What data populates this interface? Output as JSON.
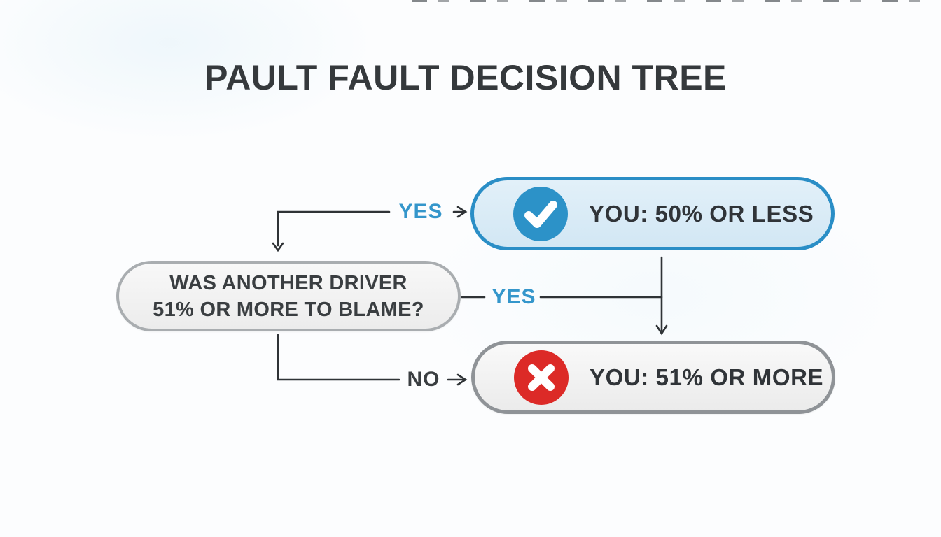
{
  "title": "PAULT FAULT DECISION TREE",
  "nodes": {
    "question": {
      "line1": "WAS ANOTHER DRIVER",
      "line2": "51% OR MORE TO BLAME?"
    },
    "outcome_positive": {
      "label": "YOU: 50% OR LESS",
      "icon": "checkmark-icon"
    },
    "outcome_negative": {
      "label": "YOU: 51% OR MORE",
      "icon": "x-icon"
    }
  },
  "edges": {
    "yes_top": "YES",
    "yes_mid": "YES",
    "no": "NO"
  },
  "colors": {
    "accent_blue": "#2c92c8",
    "accent_blue_fill": "#d9ebf7",
    "accent_red": "#dc2a27",
    "neutral_border": "#a9adb0",
    "outcome_gray_border": "#8f9397",
    "neutral_fill": "#f1f1f1",
    "text_dark": "#35393c",
    "line_color": "#2f3336"
  }
}
